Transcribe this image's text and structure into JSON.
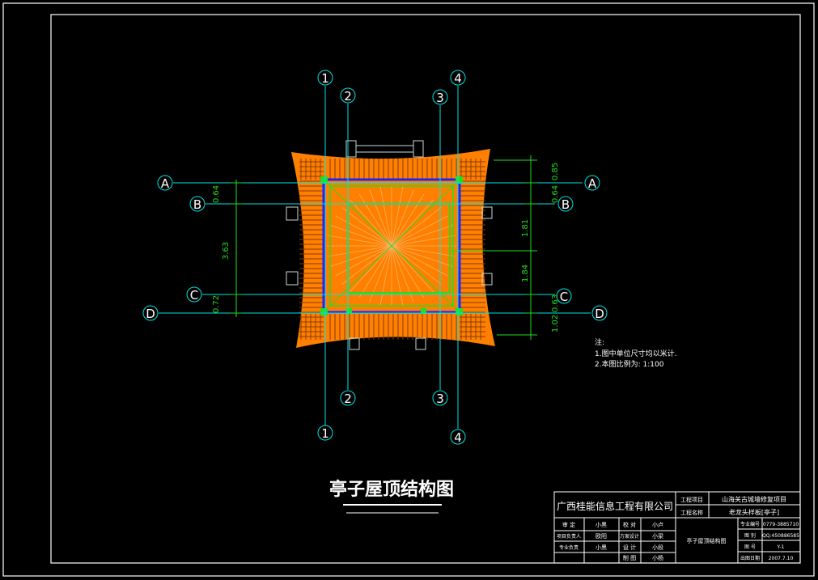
{
  "drawing": {
    "title": "亭子屋顶结构图",
    "grid_axes": {
      "vertical": [
        "1",
        "2",
        "3",
        "4"
      ],
      "horizontal": [
        "A",
        "B",
        "C",
        "D"
      ]
    },
    "dimensions": {
      "left_AB": "0.64",
      "left_BC": "3.63",
      "left_CD": "0.72",
      "right_AB": "0.85",
      "right_B": "0.64",
      "right_mid_top": "1.81",
      "right_mid_bot": "1.84",
      "right_C": "0.63",
      "right_CD": "1.02"
    },
    "notes": {
      "heading": "注:",
      "line1": "1.图中单位尺寸均以米计.",
      "line2": "2.本图比例为: 1:100"
    },
    "colors": {
      "background": "#000000",
      "frame": "#ffffff",
      "axis": "#00e5e5",
      "dimension": "#22dd22",
      "roof": "#ff8000",
      "column": "#2222ff"
    }
  },
  "title_block": {
    "company": "广西桂能信息工程有限公司",
    "project_label": "工程项目",
    "project_name": "山海关古城墙修复项目",
    "sub_label": "工程名称",
    "sub_name": "老龙头样板[亭子]",
    "drawing_name": "亭子屋顶结构图",
    "rows": [
      {
        "c1": "审 定",
        "c2": "小黑",
        "c3": "校 对",
        "c4": "小卢"
      },
      {
        "c1": "项目负责人",
        "c2": "欧阳",
        "c3": "方案设计",
        "c4": "小梁"
      },
      {
        "c1": "专业负责",
        "c2": "小黑",
        "c3": "设 计",
        "c4": "小段"
      },
      {
        "c1": "",
        "c2": "",
        "c3": "制 图",
        "c4": "小杨"
      }
    ],
    "right": [
      {
        "label": "专业编号",
        "value": "0779-3885710"
      },
      {
        "label": "图 别",
        "value": "QQ:450886585"
      },
      {
        "label": "图 号",
        "value": "Y-1"
      },
      {
        "label": "出图日期",
        "value": "2007.7.10"
      }
    ]
  }
}
